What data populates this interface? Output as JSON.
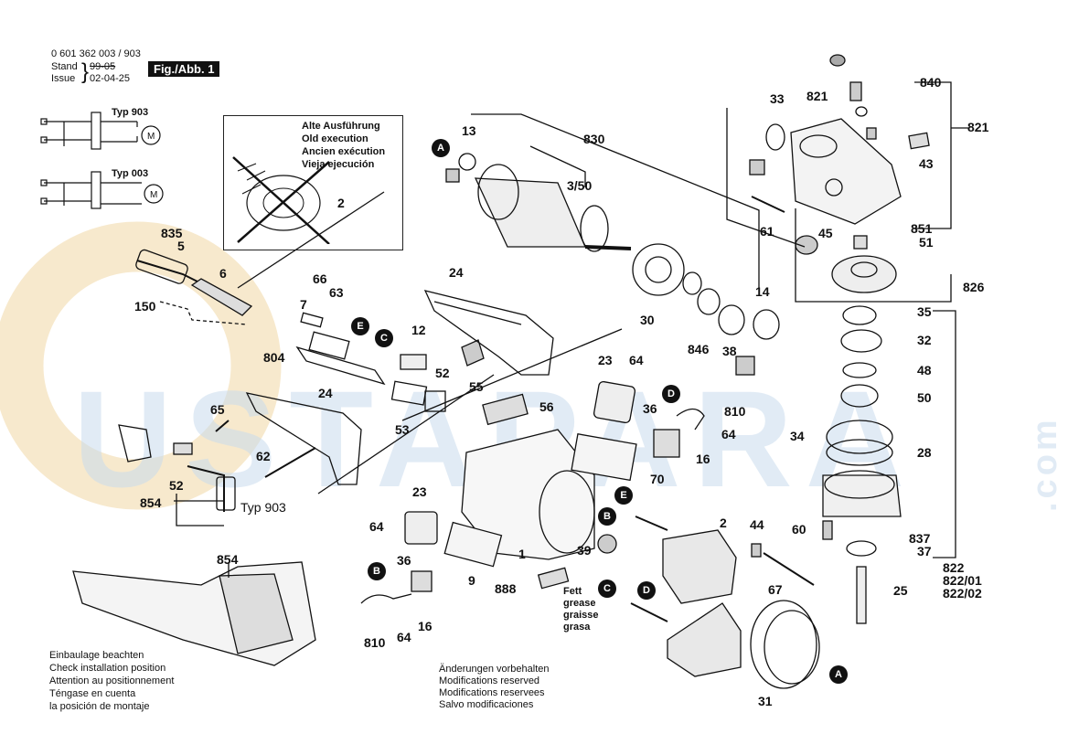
{
  "header": {
    "part_number": "0 601 362 003 / 903",
    "stand_label": "Stand",
    "stand_value": "99-05",
    "issue_label": "Issue",
    "issue_value": "02-04-25",
    "figure": "Fig./Abb. 1"
  },
  "wiring": {
    "typ903": "Typ 903",
    "typ003": "Typ 003"
  },
  "old_version": {
    "line1": "Alte Ausführung",
    "line2": "Old execution",
    "line3": "Ancien exécution",
    "line4": "Vieja ejecución",
    "part": "2"
  },
  "labels": {
    "l835": "835",
    "l5": "5",
    "l6": "6",
    "l150": "150",
    "l66": "66",
    "l7": "7",
    "l63": "63",
    "l804": "804",
    "l12": "12",
    "l24a": "24",
    "l24b": "24",
    "l52a": "52",
    "l55": "55",
    "l53": "53",
    "l65": "65",
    "l62": "62",
    "l52b": "52",
    "l854a": "854",
    "typ903b": "Typ 903",
    "l13": "13",
    "l830": "830",
    "l350": "3/50",
    "l30": "30",
    "l846": "846",
    "l38": "38",
    "l14": "14",
    "l33": "33",
    "l821a": "821",
    "l840": "840",
    "l821b": "821",
    "l43": "43",
    "l61": "61",
    "l45": "45",
    "l851": "851",
    "l51": "51",
    "l826": "826",
    "l35": "35",
    "l32": "32",
    "l48": "48",
    "l50": "50",
    "l34": "34",
    "l28": "28",
    "l60": "60",
    "l837": "837",
    "l37": "37",
    "l25": "25",
    "l822": "822",
    "l82201": "822/01",
    "l82202": "822/02",
    "l23a": "23",
    "l64a": "64",
    "l56": "56",
    "l36a": "36",
    "l810a": "810",
    "l64b": "64",
    "l16a": "16",
    "l70": "70",
    "l23b": "23",
    "l64c": "64",
    "l36b": "36",
    "l16b": "16",
    "l810b": "810",
    "l64d": "64",
    "l9": "9",
    "l1": "1",
    "l888": "888",
    "l39": "39",
    "l2": "2",
    "l44": "44",
    "l67": "67",
    "l31": "31",
    "l854b": "854"
  },
  "grease": {
    "l1": "Fett",
    "l2": "grease",
    "l3": "graisse",
    "l4": "grasa"
  },
  "badges": {
    "A": "A",
    "B": "B",
    "C": "C",
    "D": "D",
    "E": "E"
  },
  "notes_left": {
    "l1": "Einbaulage beachten",
    "l2": "Check installation position",
    "l3": "Attention au positionnement",
    "l4": "Téngase en cuenta",
    "l5": "la posición de montaje"
  },
  "notes_center": {
    "l1": "Änderungen vorbehalten",
    "l2": "Modifications reserved",
    "l3": "Modifications reservees",
    "l4": "Salvo modificaciones"
  },
  "watermark": {
    "main": "USTAPARA",
    "suffix": ".com"
  },
  "colors": {
    "ink": "#111111",
    "watermark_blue": "#c9dced",
    "watermark_orange": "#f3dfb8"
  }
}
